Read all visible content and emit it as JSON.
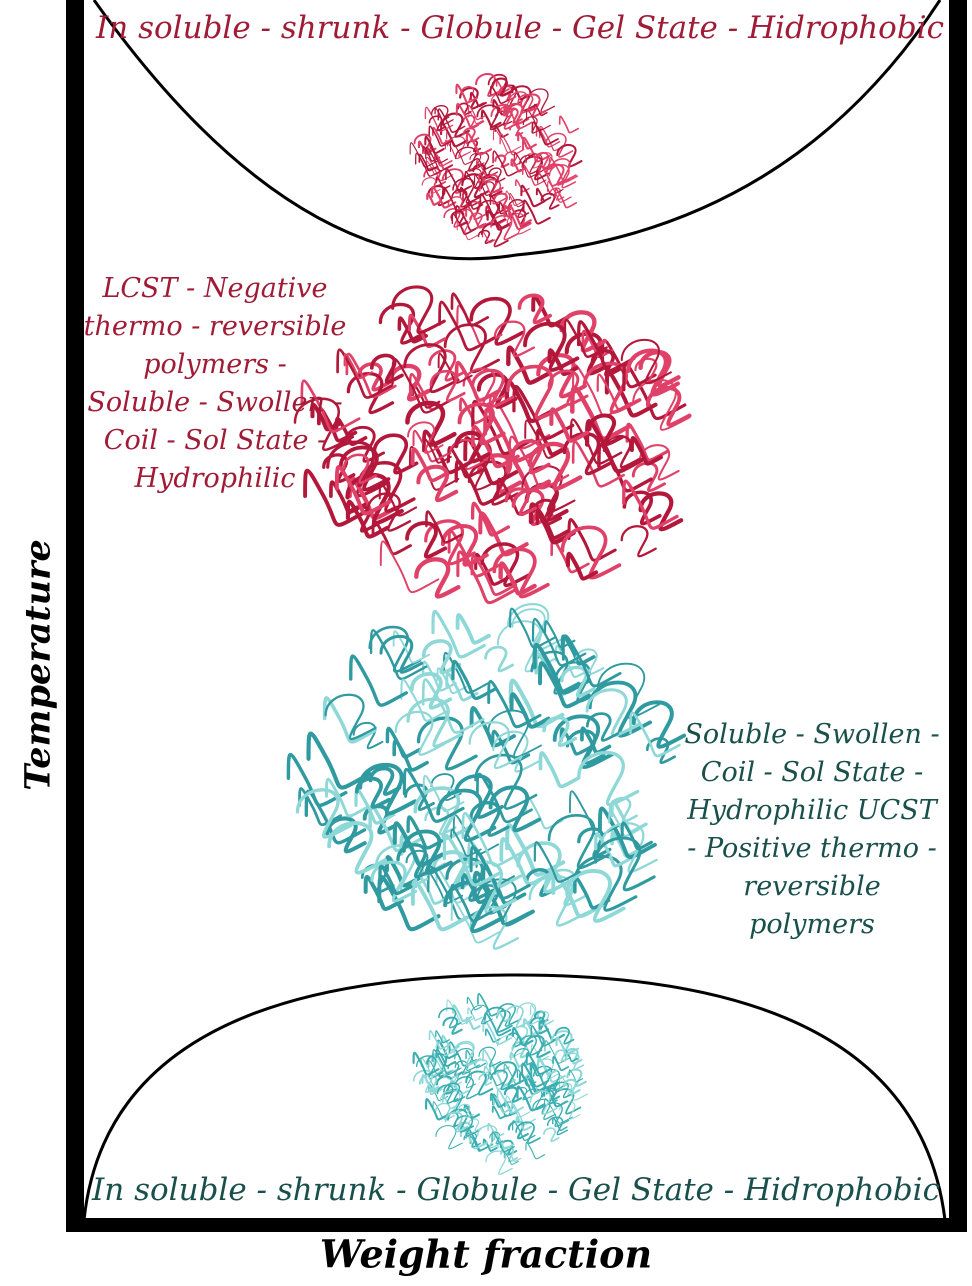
{
  "axes": {
    "y_label": "Temperature",
    "x_label": "Weight fraction"
  },
  "labels": {
    "top_state": "In soluble - shrunk - Globule - Gel State - Hidrophobic",
    "bottom_state": "In soluble - shrunk - Globule - Gel State - Hidrophobic",
    "lcst_lines": [
      "LCST - Negative",
      "thermo - reversible",
      "polymers -",
      "Soluble - Swollen -",
      "Coil - Sol State -",
      "Hydrophilic"
    ],
    "ucst_lines": [
      "Soluble - Swollen -",
      "Coil - Sol State -",
      "Hydrophilic UCST",
      "- Positive thermo -",
      "reversible",
      "polymers"
    ]
  },
  "colors": {
    "lcst": "#b3173a",
    "lcst_light": "#e04168",
    "ucst": "#43b5b5",
    "ucst_light": "#8fd8d8",
    "ucst_text": "#19504c",
    "lcst_text": "#a01b35",
    "frame": "#000000"
  },
  "icons": {
    "top_globule": "collapsed-polymer-globule-icon",
    "lcst_coil": "swollen-polymer-coil-icon",
    "ucst_coil": "swollen-polymer-coil-icon",
    "bottom_globule": "collapsed-polymer-globule-icon"
  }
}
